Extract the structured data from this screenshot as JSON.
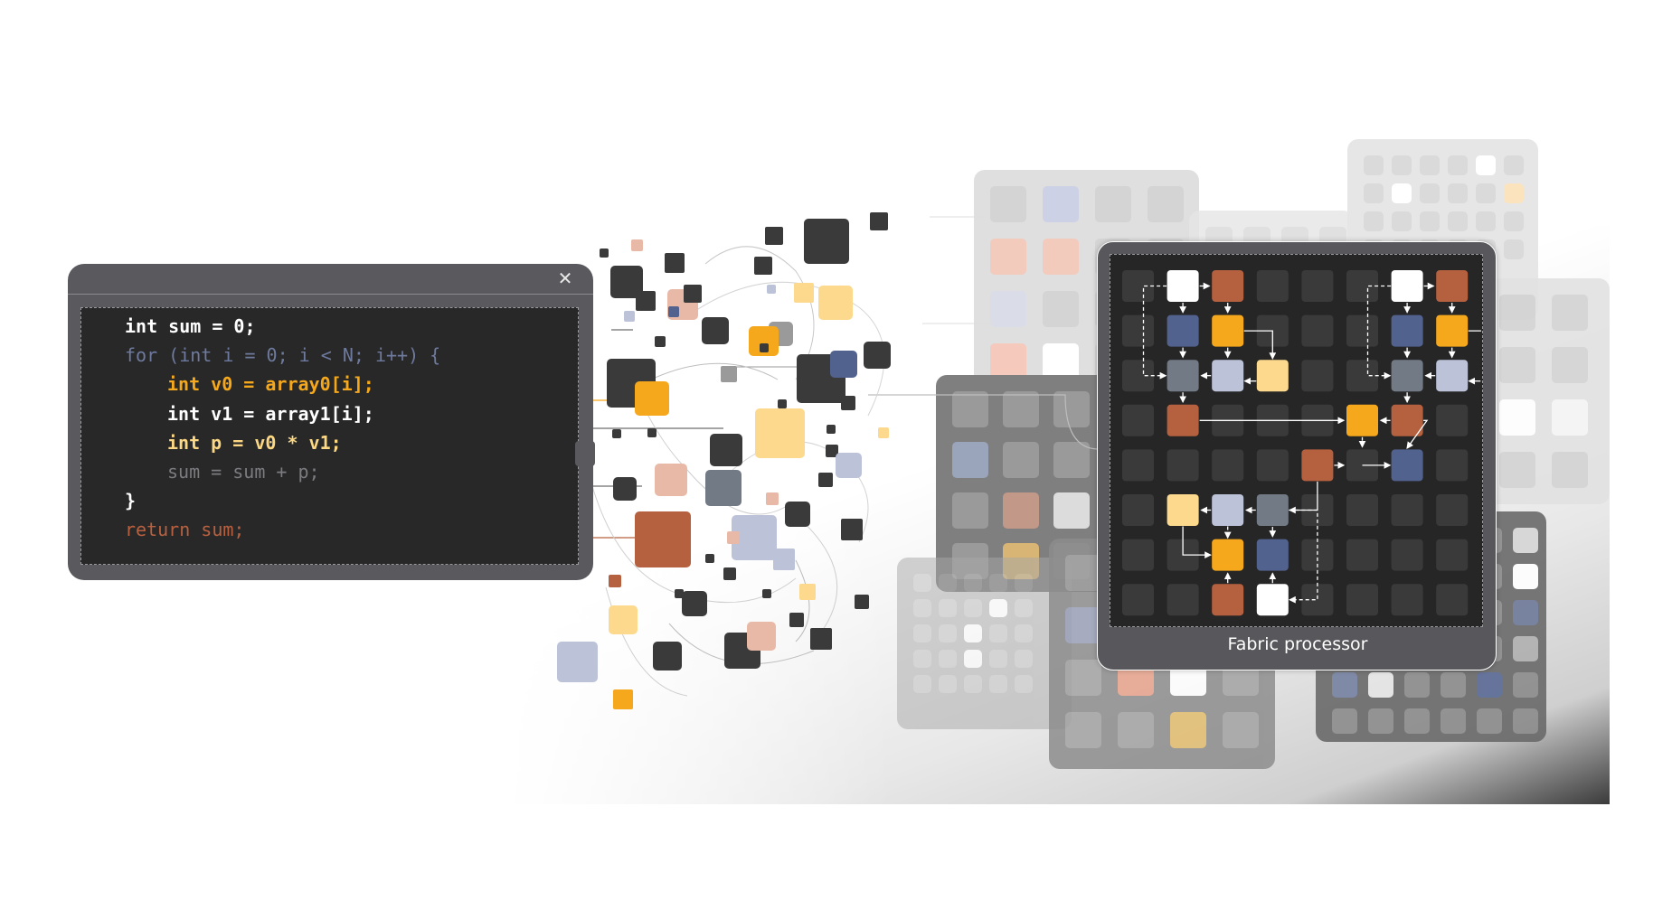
{
  "code_window": {
    "close_icon": "close-icon",
    "lines": [
      {
        "text": "int sum = 0;",
        "color": "#ffffff",
        "indent": 0
      },
      {
        "text": "for (int i = 0; i < N; i++) {",
        "color": "#6e7a9e",
        "indent": 0
      },
      {
        "text": "int v0 = array0[i];",
        "color": "#f5a81c",
        "indent": 1
      },
      {
        "text": "int v1 = array1[i];",
        "color": "#ffffff",
        "indent": 1
      },
      {
        "text": "int p = v0 * v1;",
        "color": "#fcd884",
        "indent": 1
      },
      {
        "text": "sum = sum + p;",
        "color": "#7b7b80",
        "indent": 1
      },
      {
        "text": "}",
        "color": "#ffffff",
        "indent": 0
      },
      {
        "text": "return sum;",
        "color": "#b8603f",
        "indent": 0
      }
    ]
  },
  "fabric_processor": {
    "title": "Fabric processor"
  },
  "palette": {
    "dark": "#3a3a3a",
    "orange": "#f5a81c",
    "rust": "#b5603f",
    "navy": "#52628f",
    "slate": "#727a85",
    "lavender": "#bcc3d9",
    "pale_yellow": "#fcd98c",
    "white": "#ffffff",
    "blush": "#e8b9a6",
    "grey": "#9a9a9a"
  }
}
